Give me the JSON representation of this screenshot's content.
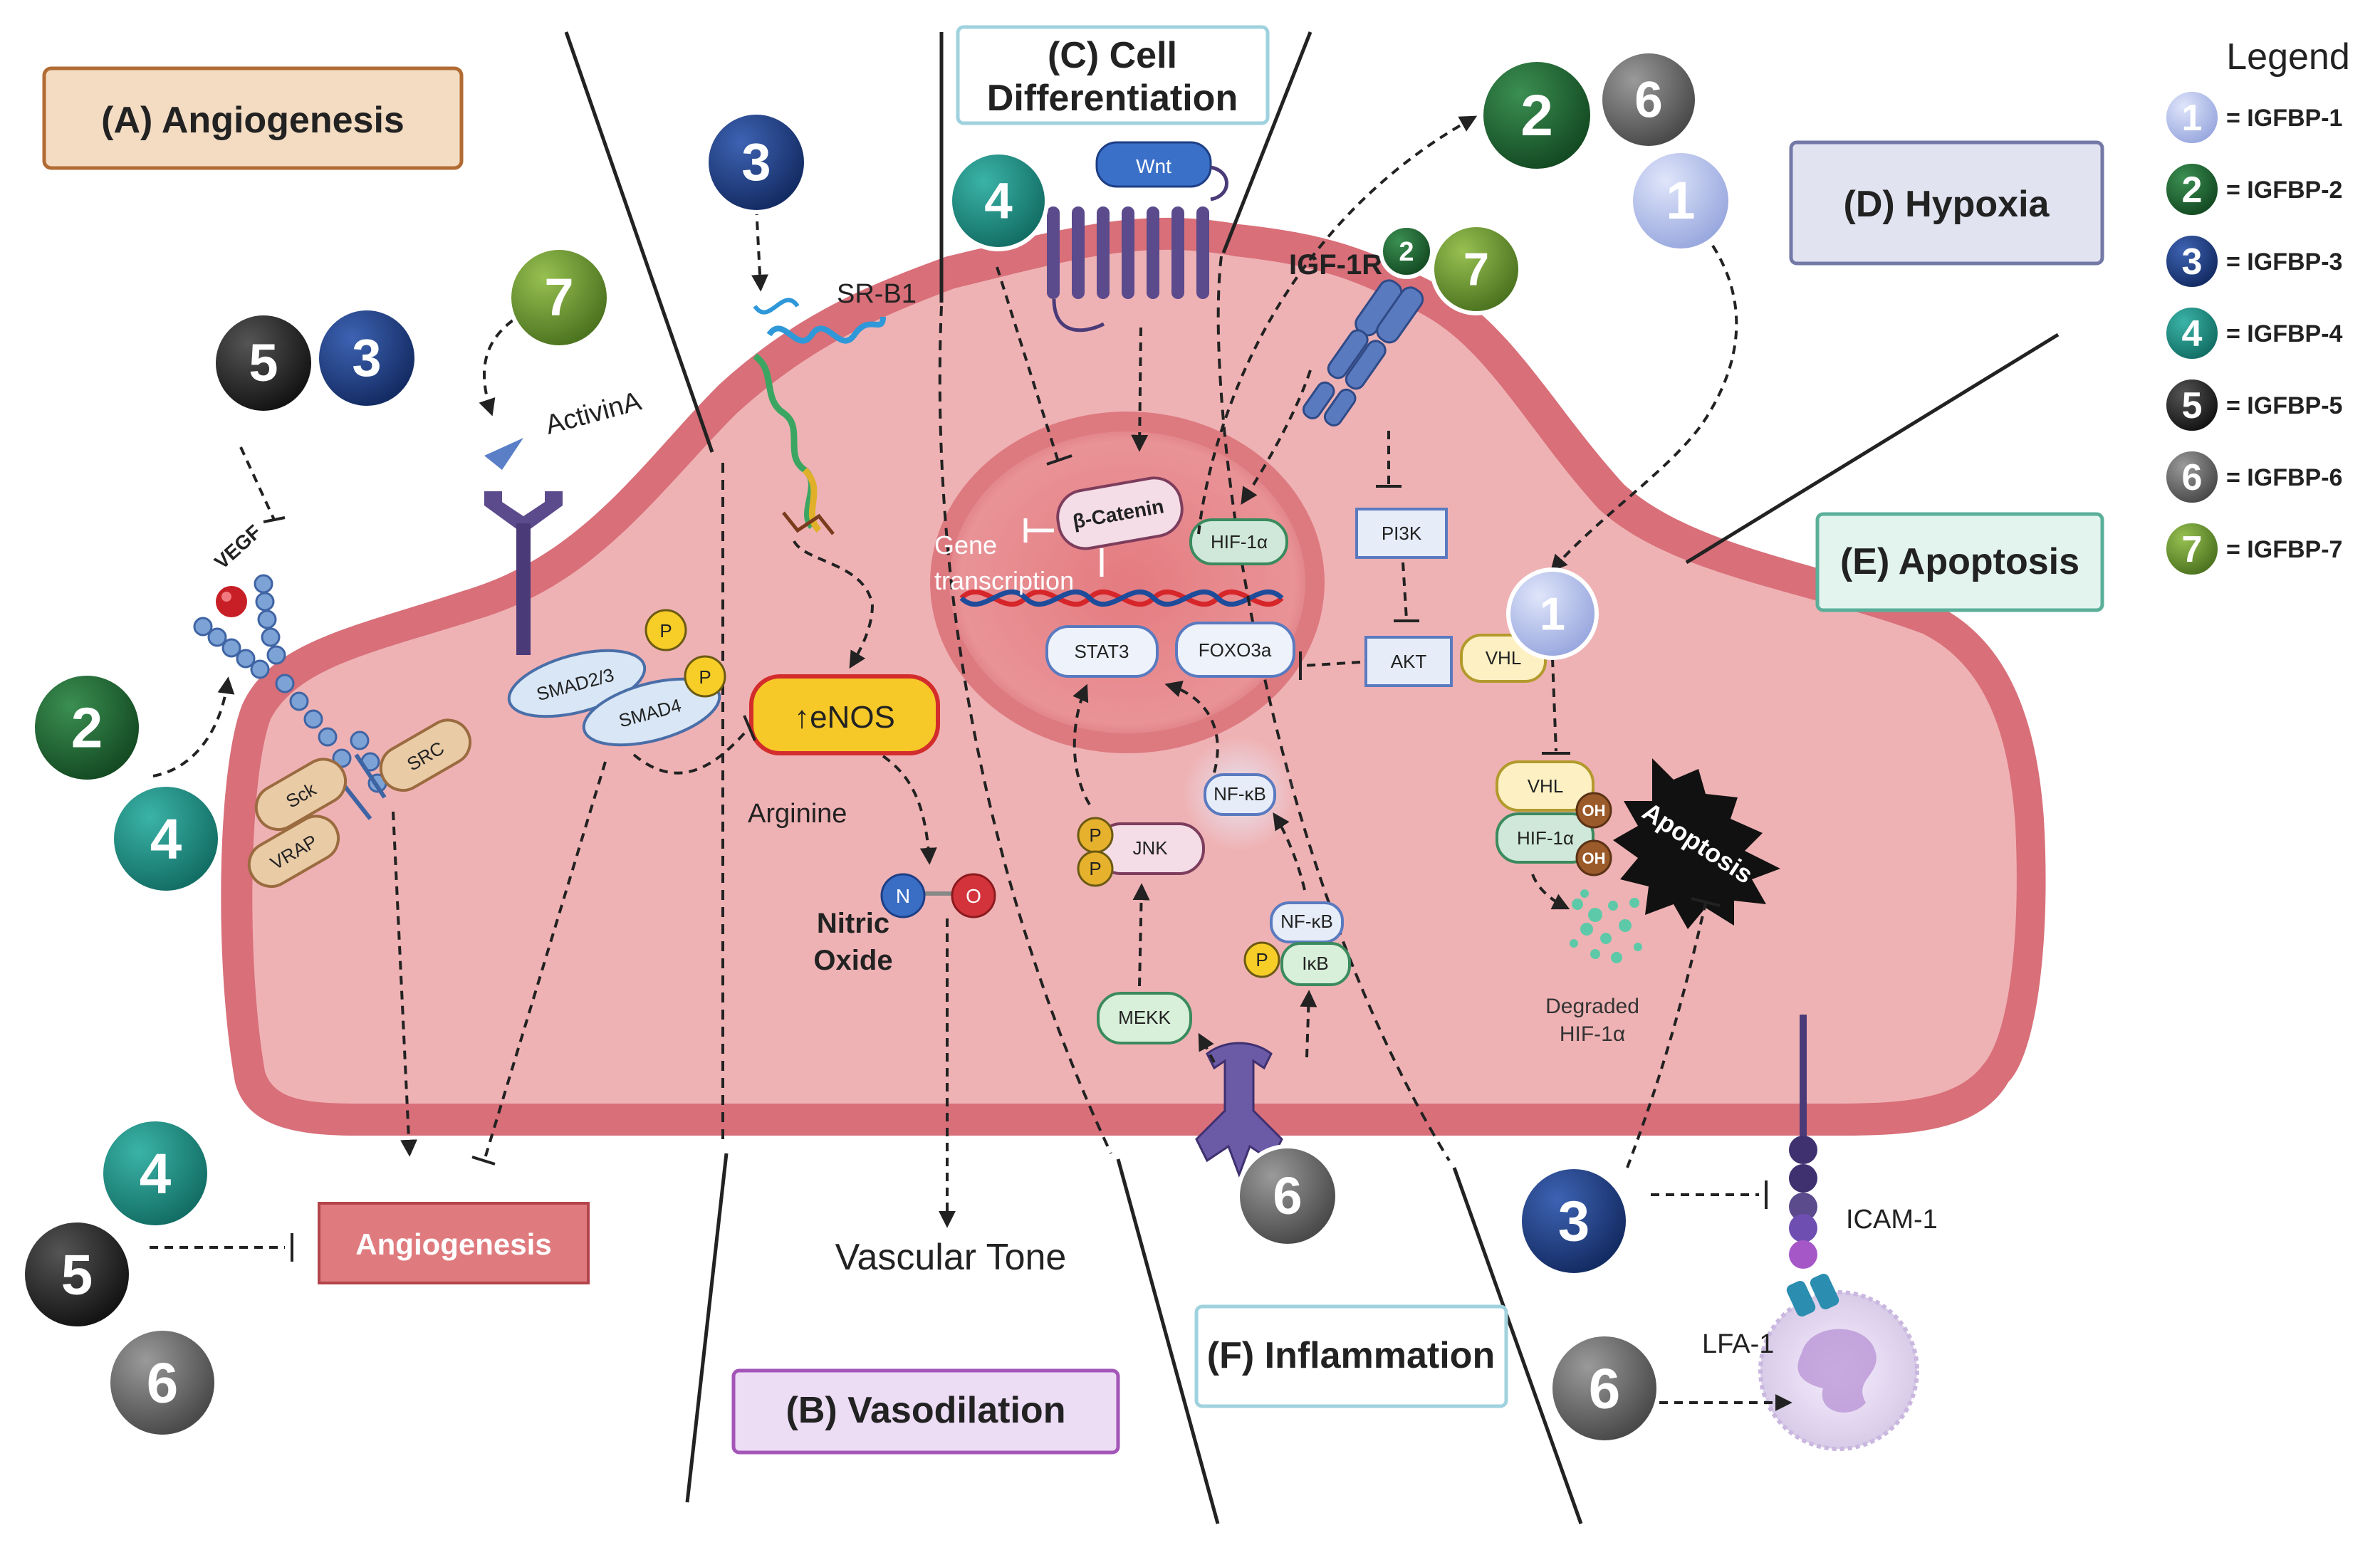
{
  "legend": {
    "title": "Legend",
    "items": [
      {
        "num": "1",
        "label": "= IGFBP-1",
        "color": "#a9b6e6"
      },
      {
        "num": "2",
        "label": "= IGFBP-2",
        "color": "#1f6a33"
      },
      {
        "num": "3",
        "label": "= IGFBP-3",
        "color": "#1e3f86"
      },
      {
        "num": "4",
        "label": "= IGFBP-4",
        "color": "#1e9489"
      },
      {
        "num": "5",
        "label": "= IGFBP-5",
        "color": "#2a2a2a"
      },
      {
        "num": "6",
        "label": "= IGFBP-6",
        "color": "#6b6b6b"
      },
      {
        "num": "7",
        "label": "= IGFBP-7",
        "color": "#6f9a2e"
      }
    ]
  },
  "sections": {
    "angiogenesis": "(A) Angiogenesis",
    "vasodilation": "(B) Vasodilation",
    "cell_diff_line1": "(C) Cell",
    "cell_diff_line2": "Differentiation",
    "hypoxia": "(D) Hypoxia",
    "apoptosis": "(E) Apoptosis",
    "inflammation": "(F) Inflammation"
  },
  "molecules": {
    "vegf": "VEGF",
    "sck": "Sck",
    "vrap": "VRAP",
    "src": "SRC",
    "activina": "ActivinA",
    "smad23": "SMAD2/3",
    "smad4": "SMAD4",
    "phospho": "P",
    "srb1": "SR-B1",
    "enos": "↑eNOS",
    "arginine": "Arginine",
    "nitric_oxide_line1": "Nitric",
    "nitric_oxide_line2": "Oxide",
    "n": "N",
    "o": "O",
    "vascular_tone": "Vascular Tone",
    "wnt": "Wnt",
    "beta_catenin": "β-Catenin",
    "hif1a": "HIF-1α",
    "gene_transcription_line1": "Gene",
    "gene_transcription_line2": "transcription",
    "stat3": "STAT3",
    "foxo3a": "FOXO3a",
    "nfkb": "NF-κB",
    "ikb": "IκB",
    "jnk": "JNK",
    "mekk": "MEKK",
    "igf1r": "IGF-1R",
    "pi3k": "PI3K",
    "akt": "AKT",
    "vhl": "VHL",
    "oh": "OH",
    "degraded_line1": "Degraded",
    "degraded_line2": "HIF-1α",
    "apoptosis_burst": "Apoptosis",
    "icam1": "ICAM-1",
    "lfa1": "LFA-1",
    "angiogenesis_box": "Angiogenesis"
  },
  "colors": {
    "cell_fill": "#efb2b4",
    "cell_border": "#d86f79",
    "nucleus_fill": "#e58c8e",
    "nucleus_inner": "#de7b7f",
    "enos_fill": "#f7c928",
    "angiogenesis_box": "#df7b7e",
    "receptor_purple": "#5b4a8c",
    "smad_fill": "#d8e6f5",
    "pill_fill": "#e9cba6"
  }
}
